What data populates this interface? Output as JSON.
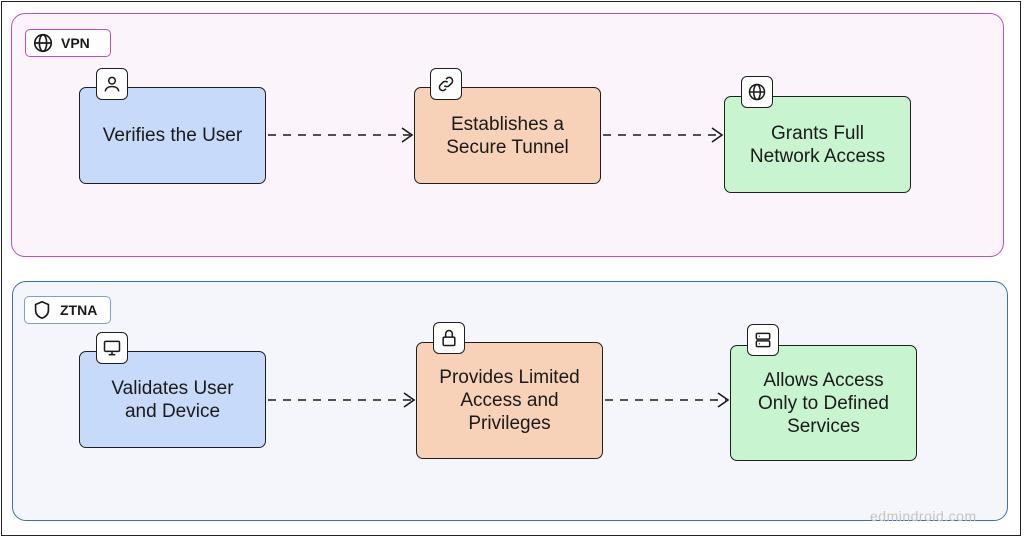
{
  "sections": {
    "vpn": {
      "tag": "VPN",
      "tag_icon": "globe-icon",
      "steps": [
        {
          "label": "Verifies the User",
          "icon": "user-icon"
        },
        {
          "label": "Establishes a Secure Tunnel",
          "icon": "link-icon"
        },
        {
          "label": "Grants Full Network Access",
          "icon": "globe-icon"
        }
      ]
    },
    "ztna": {
      "tag": "ZTNA",
      "tag_icon": "shield-icon",
      "steps": [
        {
          "label": "Validates User and Device",
          "icon": "monitor-icon"
        },
        {
          "label": "Provides Limited Access and Privileges",
          "icon": "lock-icon"
        },
        {
          "label": "Allows Access Only to Defined Services",
          "icon": "server-icon"
        }
      ]
    }
  },
  "watermark": "edmindroid.com",
  "colors": {
    "vpn_border": "#c44cc4",
    "ztna_border": "#3a6fc0",
    "step1_fill": "#c7daf9",
    "step2_fill": "#f7d2b8",
    "step3_fill": "#c9f4d0"
  }
}
